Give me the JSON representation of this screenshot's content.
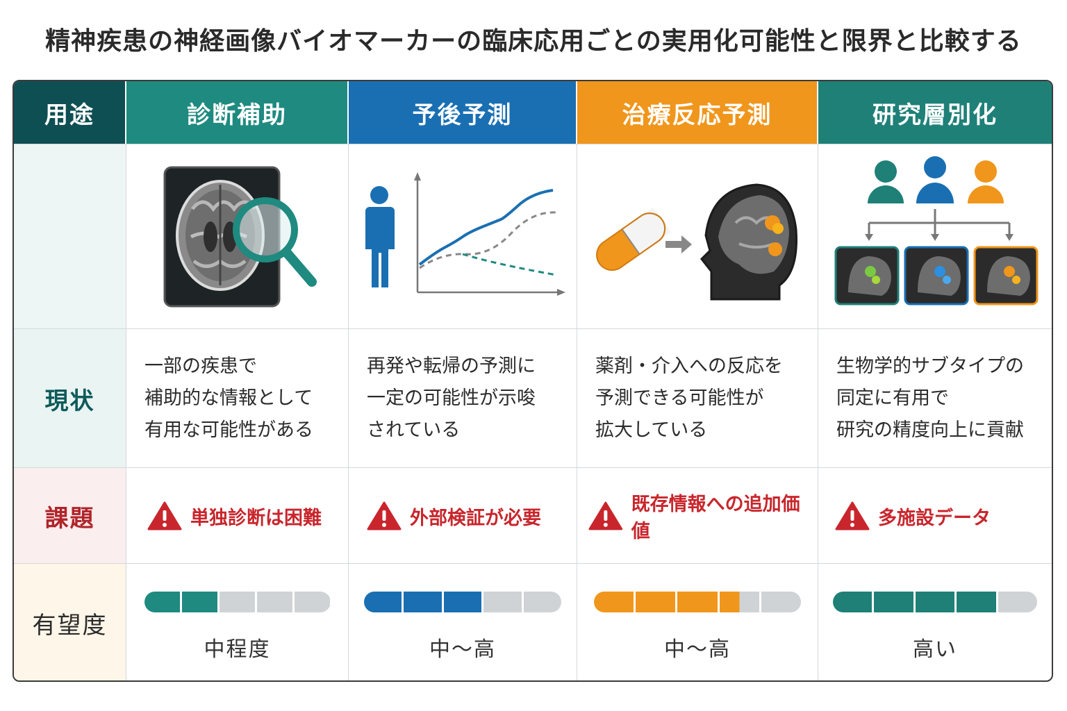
{
  "title": "精神疾患の神経画像バイオマーカーの臨床応用ごとの実用化可能性と限界と比較する",
  "header": {
    "corner": "用途",
    "columns": [
      {
        "label": "診断補助",
        "color": "#1f8a80"
      },
      {
        "label": "予後予測",
        "color": "#1a6fb2"
      },
      {
        "label": "治療反応予測",
        "color": "#f0961c"
      },
      {
        "label": "研究層別化",
        "color": "#1f8078"
      }
    ],
    "corner_color": "#0e4f54"
  },
  "rows": {
    "status_label": "現状",
    "issue_label": "課題",
    "promise_label": "有望度"
  },
  "status": [
    "一部の疾患で\n補助的な情報として\n有用な可能性がある",
    "再発や転帰の予測に\n一定の可能性が示唆\nされている",
    "薬剤・介入への反応を\n予測できる可能性が\n拡大している",
    "生物学的サブタイプの\n同定に有用で\n研究の精度向上に貢献"
  ],
  "issues": [
    "単独診断は困難",
    "外部検証が必要",
    "既存情報への追加価値",
    "多施設データ"
  ],
  "promise": [
    {
      "label": "中程度",
      "filled": 2,
      "total": 5,
      "color": "#1f8a80"
    },
    {
      "label": "中～高",
      "filled": 3,
      "total": 5,
      "color": "#1a6fb2"
    },
    {
      "label": "中～高",
      "filled": 3.5,
      "total": 5,
      "color": "#f0961c"
    },
    {
      "label": "高い",
      "filled": 4,
      "total": 5,
      "color": "#1f8078"
    }
  ],
  "icons": [
    "brain-mri-magnifier-icon",
    "person-trend-chart-icon",
    "pill-to-brain-icon",
    "people-subtype-brains-icon",
    "warning-icon"
  ]
}
